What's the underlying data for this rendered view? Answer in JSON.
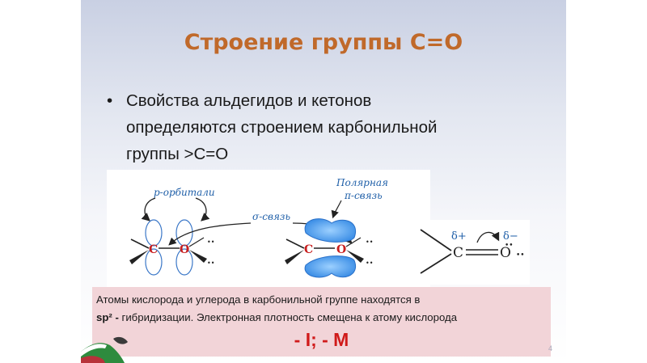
{
  "slide": {
    "title": "Строение группы С=О",
    "bullet": {
      "marker": "•",
      "lines": [
        "Свойства альдегидов и кетонов",
        "определяются строением карбонильной",
        "группы >С=О"
      ]
    },
    "diagram": {
      "p_orbitals_label": "р-орбитали",
      "sigma_bond_label": "σ-связь",
      "polar_pi_label_1": "Полярная",
      "polar_pi_label_2": "π-связь",
      "atom_c": "C",
      "atom_o": "O",
      "delta_plus": "δ+",
      "delta_minus": "δ−",
      "lone_pairs": "••",
      "colors": {
        "atom": "#c81e1e",
        "orbital": "#3c78c8",
        "pi_cloud": "#4a98e8",
        "label": "#1f5fa8"
      }
    },
    "note": {
      "line1": "Атомы кислорода и углерода в карбонильной группе находятся в",
      "line2_bold": "sp² -",
      "line2_rest": " гибридизации. Электронная плотность смещена к атому кислорода",
      "effect": "- I; - M"
    },
    "page_number": "4"
  }
}
